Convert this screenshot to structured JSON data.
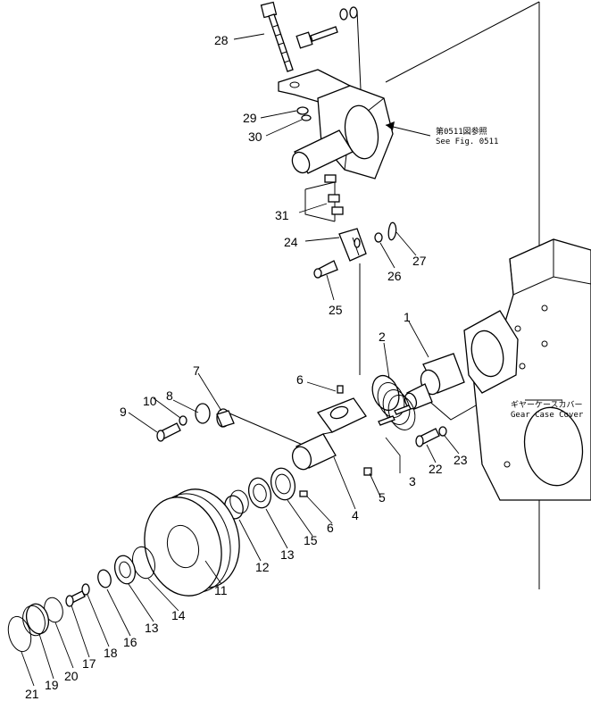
{
  "callouts": {
    "n1": "1",
    "n2": "2",
    "n3": "3",
    "n4": "4",
    "n5": "5",
    "n6a": "6",
    "n6b": "6",
    "n7": "7",
    "n8": "8",
    "n9": "9",
    "n10": "10",
    "n11": "11",
    "n12": "12",
    "n13a": "13",
    "n13b": "13",
    "n14": "14",
    "n15": "15",
    "n16": "16",
    "n17": "17",
    "n18": "18",
    "n19": "19",
    "n20": "20",
    "n21": "21",
    "n22": "22",
    "n23": "23",
    "n24": "24",
    "n25": "25",
    "n26": "26",
    "n27": "27",
    "n28": "28",
    "n29": "29",
    "n30": "30",
    "n31": "31"
  },
  "notes": {
    "see_fig_jp": "第0511図参照",
    "see_fig_en": "See Fig. 0511",
    "gear_case_jp": "ギヤーケースカバー",
    "gear_case_en": "Gear Case Cover"
  }
}
